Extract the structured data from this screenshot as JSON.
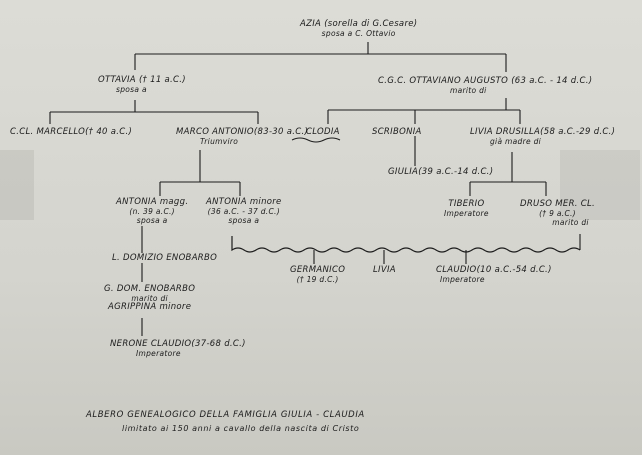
{
  "tree": {
    "azia": {
      "name": "AZIA",
      "detail": "(sorella di G.Cesare)",
      "role": "sposa a C. Ottavio"
    },
    "ottavia": {
      "name": "OTTAVIA",
      "detail": "(† 11 a.C.)",
      "role": "sposa a"
    },
    "augusto": {
      "name": "C.G.C. OTTAVIANO AUGUSTO",
      "detail": "(63 a.C. - 14 d.C.)",
      "role": "marito di"
    },
    "marcello": {
      "name": "C.CL. MARCELLO",
      "detail": "(† 40 a.C.)"
    },
    "marcoantonio": {
      "name": "MARCO ANTONIO",
      "detail": "(83-30 a.C.)",
      "role": "Triumviro"
    },
    "clodia": {
      "name": "CLODIA"
    },
    "scribonia": {
      "name": "SCRIBONIA"
    },
    "livia_drusilla": {
      "name": "LIVIA DRUSILLA",
      "detail": "(58 a.C.-29 d.C.)",
      "role": "già madre di"
    },
    "giulia": {
      "name": "GIULIA",
      "detail": "(39 a.C.-14 d.C.)"
    },
    "antonia_maggiore": {
      "name": "ANTONIA magg.",
      "detail": "(n. 39 a.C.)",
      "role": "sposa a"
    },
    "antonia_minore": {
      "name": "ANTONIA minore",
      "detail": "(36 a.C. - 37 d.C.)",
      "role": "sposa a"
    },
    "tiberio": {
      "name": "TIBERIO",
      "role": "Imperatore"
    },
    "druso": {
      "name": "DRUSO MER. CL.",
      "detail": "(† 9 a.C.)",
      "role": "marito di"
    },
    "enobarbo": {
      "name": "L. DOMIZIO ENOBARBO"
    },
    "germanico": {
      "name": "GERMANICO",
      "detail": "(† 19 d.C.)"
    },
    "livia": {
      "name": "LIVIA"
    },
    "claudio": {
      "name": "CLAUDIO",
      "detail": "(10 a.C.-54 d.C.)",
      "role": "Imperatore"
    },
    "gdom": {
      "name": "G. DOM. ENOBARBO",
      "role": "marito di",
      "role2": "AGRIPPINA minore"
    },
    "nerone": {
      "name": "NERONE CLAUDIO",
      "detail": "(37-68 d.C.)",
      "role": "Imperatore"
    }
  },
  "caption": {
    "line1": "ALBERO GENEALOGICO DELLA FAMIGLIA GIULIA - CLAUDIA",
    "line2": "limitato ai 150 anni a cavallo della nascita di Cristo"
  },
  "colors": {
    "ink": "#1c1c1c",
    "paper": "#d6d6d0",
    "background": "#3a3a38"
  }
}
